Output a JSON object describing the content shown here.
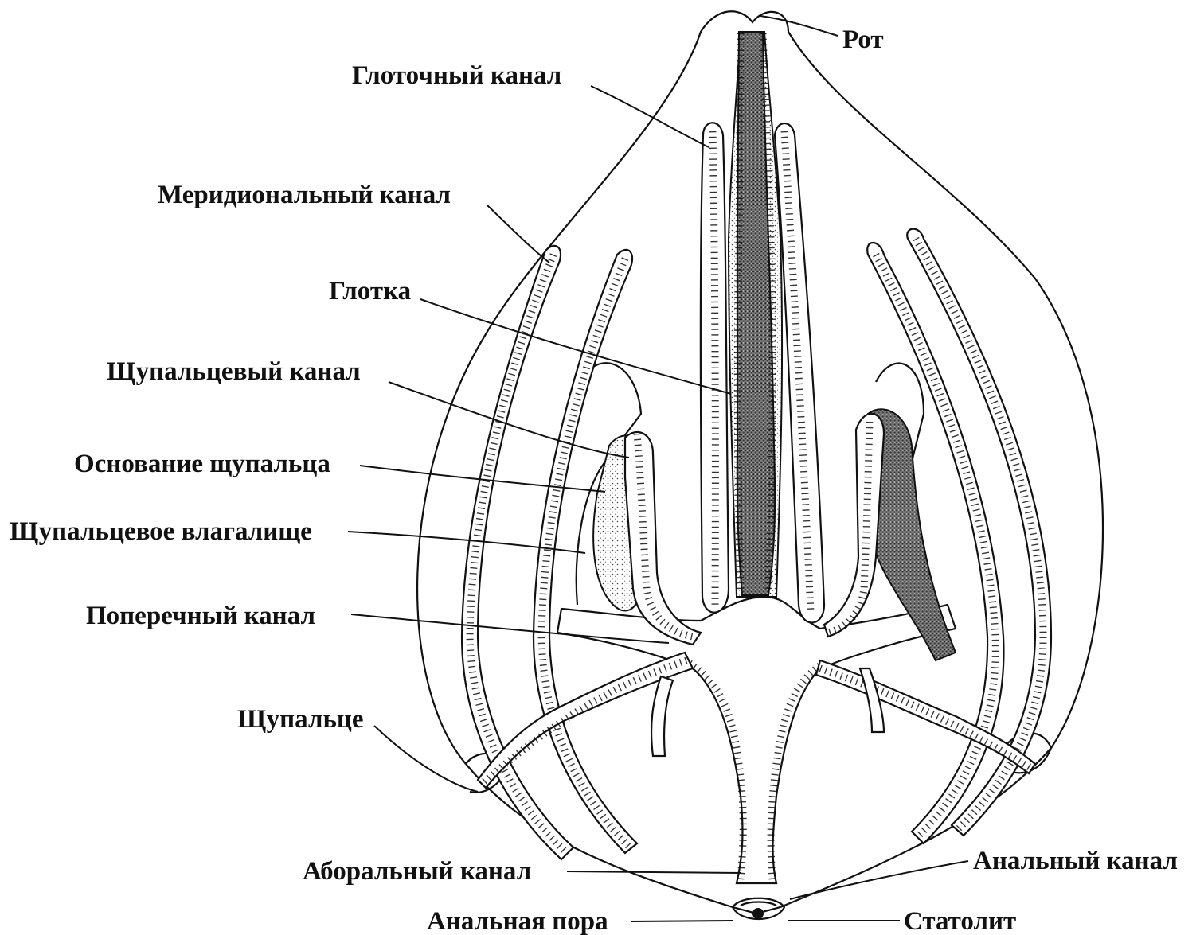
{
  "labels": {
    "mouth": "Рот",
    "pharyngeal_canal": "Глоточный канал",
    "meridional_canal": "Меридиональный канал",
    "pharynx": "Глотка",
    "tentacular_canal": "Щупальцевый канал",
    "tentacle_base": "Основание щупальца",
    "tentacle_sheath": "Щупальцевое влагалище",
    "transverse_canal": "Поперечный канал",
    "tentacle": "Щупальце",
    "aboral_canal": "Аборальный канал",
    "anal_canal": "Анальный канал",
    "anal_pore": "Анальная пора",
    "statolith": "Статолит"
  },
  "colors": {
    "ink": "#111111",
    "paper": "#ffffff"
  }
}
